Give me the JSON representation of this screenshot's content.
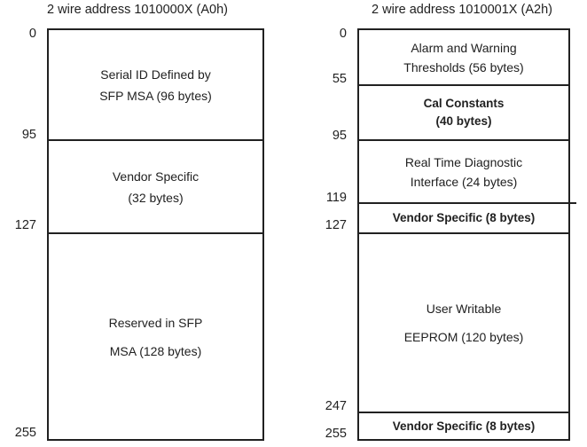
{
  "colors": {
    "background": "#ffffff",
    "line": "#212121",
    "text": "#212121"
  },
  "maps": {
    "a0h": {
      "title": "2 wire address 1010000X (A0h)",
      "addresses": [
        "0",
        "95",
        "127",
        "255"
      ],
      "sections": [
        {
          "line1": "Serial ID Defined by",
          "line2": "SFP MSA (96 bytes)"
        },
        {
          "line1": "Vendor Specific",
          "line2": "(32 bytes)"
        },
        {
          "line1": "Reserved in SFP",
          "line2": "MSA (128 bytes)"
        }
      ]
    },
    "a2h": {
      "title": "2 wire address 1010001X (A2h)",
      "addresses": [
        "0",
        "55",
        "95",
        "119",
        "127",
        "247",
        "255"
      ],
      "sections": [
        {
          "line1": "Alarm and Warning",
          "line2": "Thresholds (56 bytes)"
        },
        {
          "line1": "Cal Constants",
          "line2": "(40 bytes)"
        },
        {
          "line1": "Real Time Diagnostic",
          "line2": "Interface (24 bytes)"
        },
        {
          "line1": "Vendor Specific (8 bytes)"
        },
        {
          "line1": "User Writable",
          "line2": "EEPROM (120 bytes)"
        },
        {
          "line1": "Vendor Specific (8 bytes)"
        }
      ]
    }
  }
}
